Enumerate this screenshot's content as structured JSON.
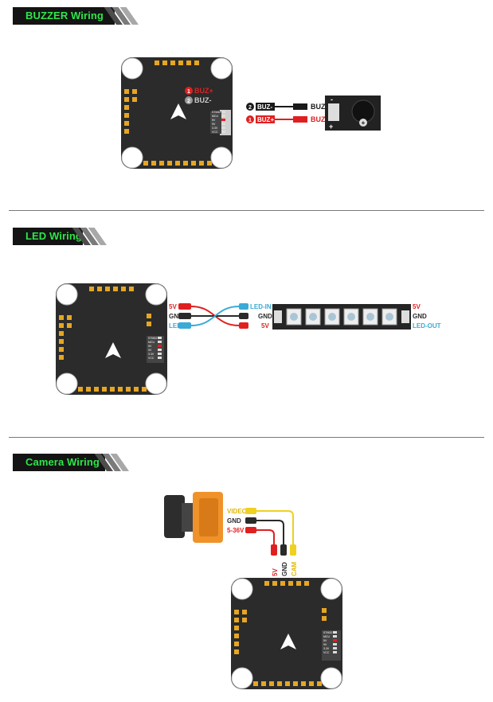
{
  "sections": {
    "buzzer": {
      "title": "BUZZER Wiring",
      "fc_pads": [
        "BUZ+",
        "BUZ-"
      ],
      "fc_pad_numbers": [
        "1",
        "2"
      ],
      "wires": [
        {
          "num": "2",
          "from": "BUZ-",
          "to": "BUZ -",
          "color": "#1a1a1a"
        },
        {
          "num": "1",
          "from": "BUZ+",
          "to": "BUZ+",
          "color": "#e02020"
        }
      ],
      "module_marks": [
        "-",
        "+"
      ],
      "module_sign": "+"
    },
    "led": {
      "title": "LED Wiring",
      "fc_pads": [
        "5V",
        "GND",
        "LED"
      ],
      "strip_in": [
        "LED-IN",
        "GND",
        "5V"
      ],
      "strip_out": [
        "5V",
        "GND",
        "LED-OUT"
      ],
      "colors": {
        "red": "#e02020",
        "black": "#2a2a2a",
        "blue": "#3aaad6"
      }
    },
    "camera": {
      "title": "Camera Wiring",
      "camera_labels": [
        "VIDEO",
        "GND",
        "5-36V"
      ],
      "fc_labels": [
        "5V",
        "GND",
        "CAM"
      ],
      "colors": {
        "yellow": "#f0d020",
        "black": "#2a2a2a",
        "red": "#e02020",
        "body": "#f0922a"
      }
    }
  },
  "fc_status_labels": [
    "STM32",
    "MCU",
    "5V",
    "9V",
    "3.3V",
    "VCC"
  ]
}
